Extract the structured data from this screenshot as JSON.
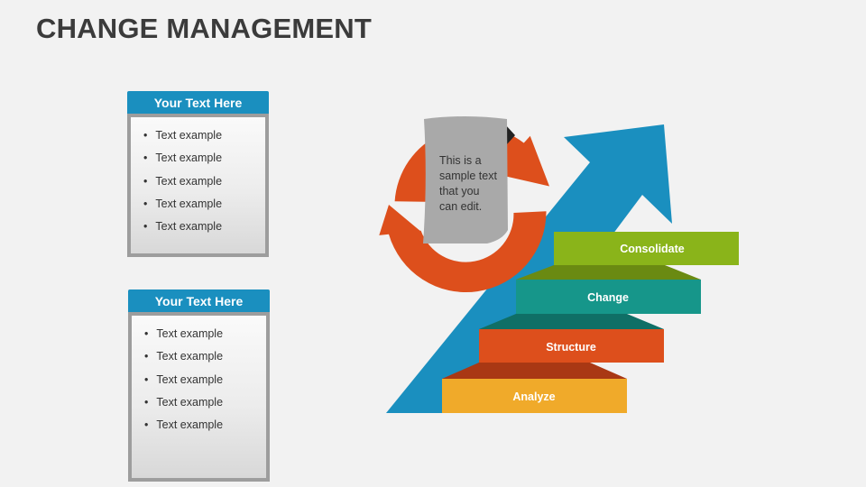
{
  "title": "CHANGE MANAGEMENT",
  "panels": [
    {
      "header": "Your Text Here",
      "items": [
        "Text example",
        "Text example",
        "Text example",
        "Text example",
        "Text example"
      ]
    },
    {
      "header": "Your Text Here",
      "items": [
        "Text example",
        "Text example",
        "Text example",
        "Text example",
        "Text example"
      ]
    }
  ],
  "note": {
    "lines": [
      "This is a",
      "sample text",
      "that you",
      "can edit."
    ]
  },
  "steps": [
    {
      "label": "Consolidate",
      "color": "#8ab41a",
      "shade": "#6a8a12"
    },
    {
      "label": "Change",
      "color": "#16968a",
      "shade": "#0f6f66"
    },
    {
      "label": "Structure",
      "color": "#dd4f1c",
      "shade": "#a93814"
    },
    {
      "label": "Analyze",
      "color": "#f0aa2a",
      "shade": "#c2861c"
    }
  ],
  "colors": {
    "arrow": "#1a8fbf",
    "cycle": "#dd4f1c",
    "note": "#a9a9a9"
  }
}
